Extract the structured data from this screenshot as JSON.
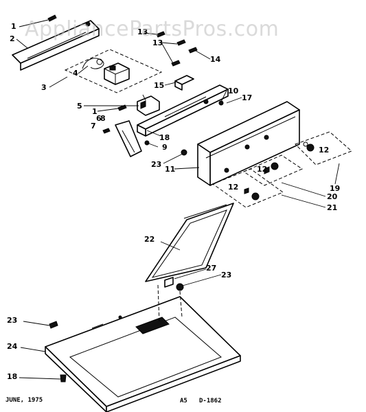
{
  "watermark": "AppliancePartsPros.com",
  "footer": {
    "date": "JUNE, 1975",
    "code": "A5",
    "ref": "D-1862"
  },
  "callouts": [
    {
      "text": "1",
      "id": "callout-1a"
    },
    {
      "text": "2",
      "id": "callout-2"
    },
    {
      "text": "3",
      "id": "callout-3"
    },
    {
      "text": "4",
      "id": "callout-4"
    },
    {
      "text": "5",
      "id": "callout-5"
    },
    {
      "text": "1",
      "id": "callout-1b"
    },
    {
      "text": "6",
      "id": "callout-6"
    },
    {
      "text": "7",
      "id": "callout-7"
    },
    {
      "text": "8",
      "id": "callout-8"
    },
    {
      "text": "9",
      "id": "callout-9"
    },
    {
      "text": "10",
      "id": "callout-10"
    },
    {
      "text": "11",
      "id": "callout-11"
    },
    {
      "text": "12",
      "id": "callout-12a"
    },
    {
      "text": "12",
      "id": "callout-12b"
    },
    {
      "text": "12",
      "id": "callout-12c"
    },
    {
      "text": "13",
      "id": "callout-13a"
    },
    {
      "text": "13",
      "id": "callout-13b"
    },
    {
      "text": "14",
      "id": "callout-14"
    },
    {
      "text": "15",
      "id": "callout-15"
    },
    {
      "text": "17",
      "id": "callout-17"
    },
    {
      "text": "18",
      "id": "callout-18a"
    },
    {
      "text": "18",
      "id": "callout-18b"
    },
    {
      "text": "19",
      "id": "callout-19"
    },
    {
      "text": "20",
      "id": "callout-20"
    },
    {
      "text": "21",
      "id": "callout-21"
    },
    {
      "text": "22",
      "id": "callout-22"
    },
    {
      "text": "23",
      "id": "callout-23a"
    },
    {
      "text": "23",
      "id": "callout-23b"
    },
    {
      "text": "23",
      "id": "callout-23c"
    },
    {
      "text": "24",
      "id": "callout-24"
    },
    {
      "text": "27",
      "id": "callout-27"
    }
  ]
}
